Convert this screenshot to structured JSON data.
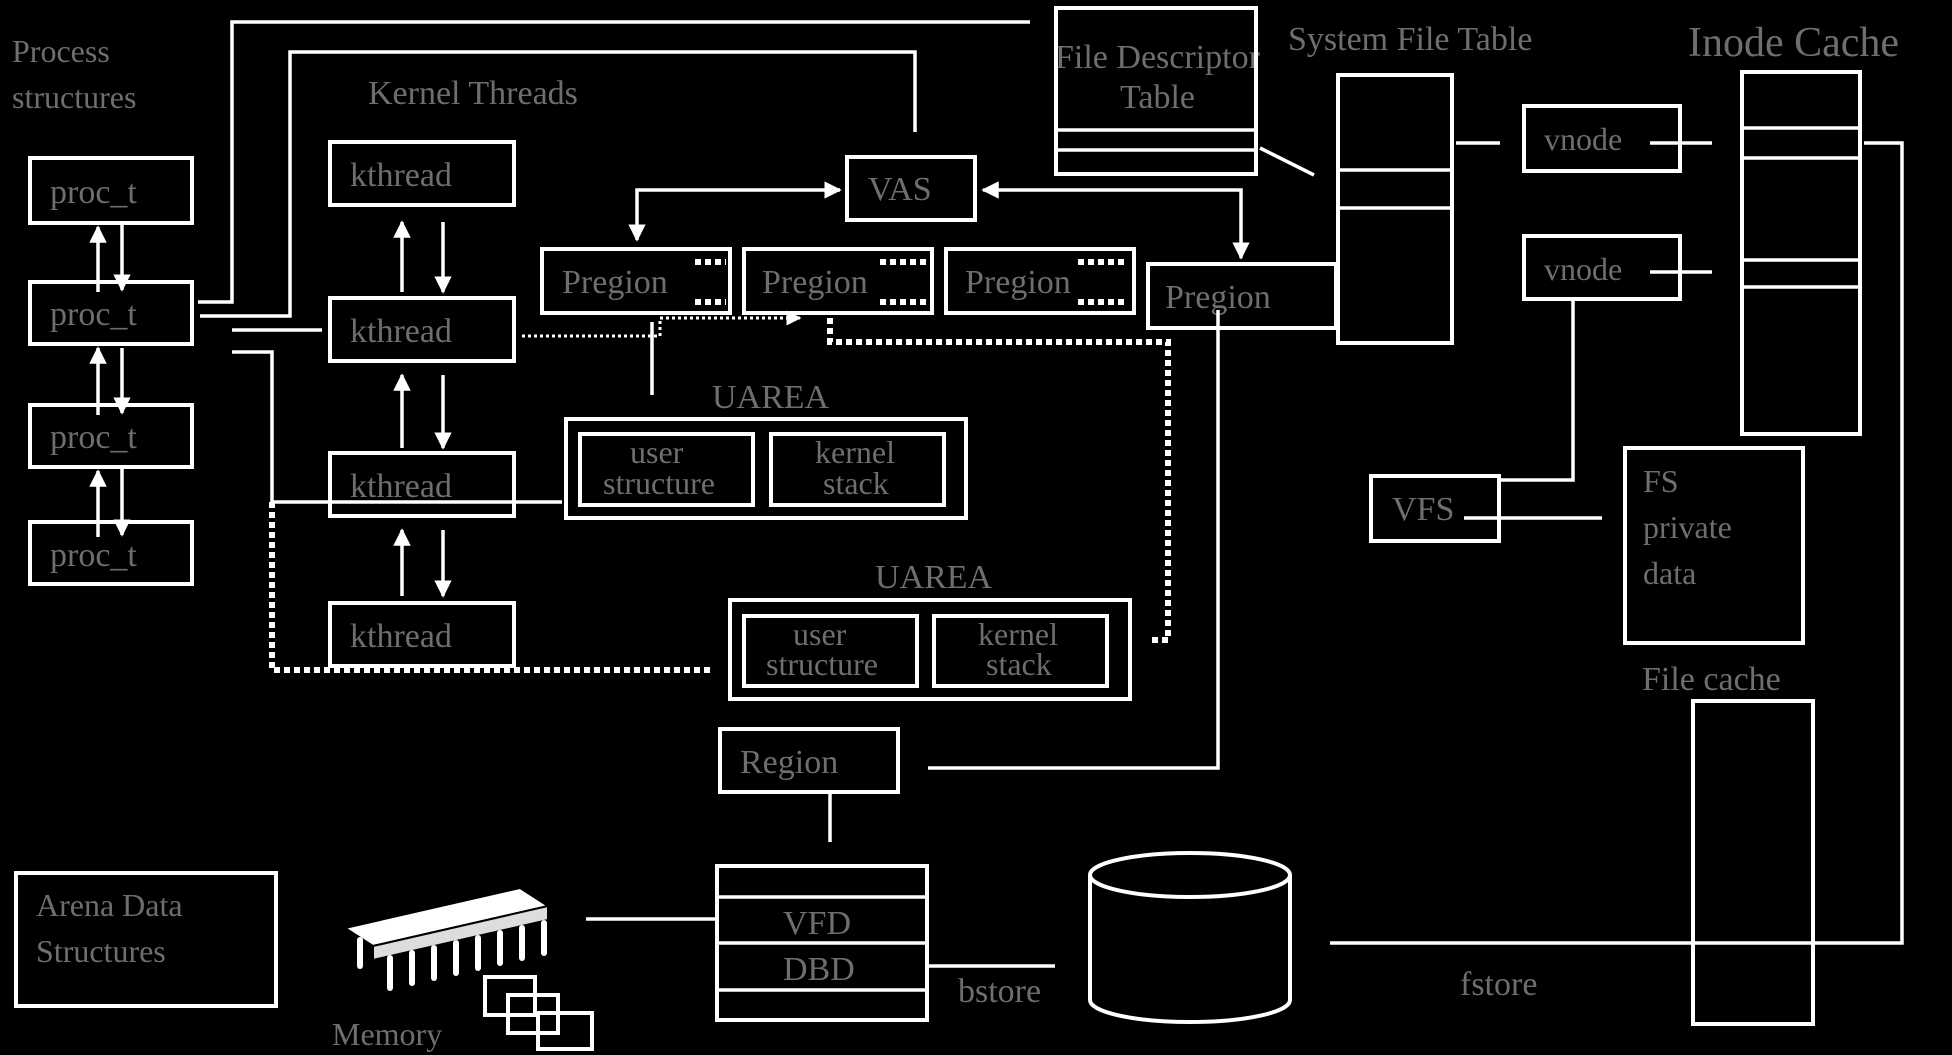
{
  "labels": {
    "process_structures_1": "Process",
    "process_structures_2": "structures",
    "kernel_threads": "Kernel Threads",
    "file_descriptor_1": "File Descriptor",
    "file_descriptor_2": "Table",
    "system_file_table": "System File Table",
    "inode_cache": "Inode Cache",
    "proc_t": "proc_t",
    "kthread": "kthread",
    "vas": "VAS",
    "pregion": "Pregion",
    "uarea": "UAREA",
    "user_structure_1": "user",
    "user_structure_2": "structure",
    "kernel_stack_1": "kernel",
    "kernel_stack_2": "stack",
    "vnode": "vnode",
    "vfs": "VFS",
    "fs_private_1": "FS",
    "fs_private_2": "private",
    "fs_private_3": "data",
    "file_cache": "File cache",
    "region": "Region",
    "vfd": "VFD",
    "dbd": "DBD",
    "bstore": "bstore",
    "fstore": "fstore",
    "arena_1": "Arena Data",
    "arena_2": "Structures",
    "memory": "Memory"
  }
}
